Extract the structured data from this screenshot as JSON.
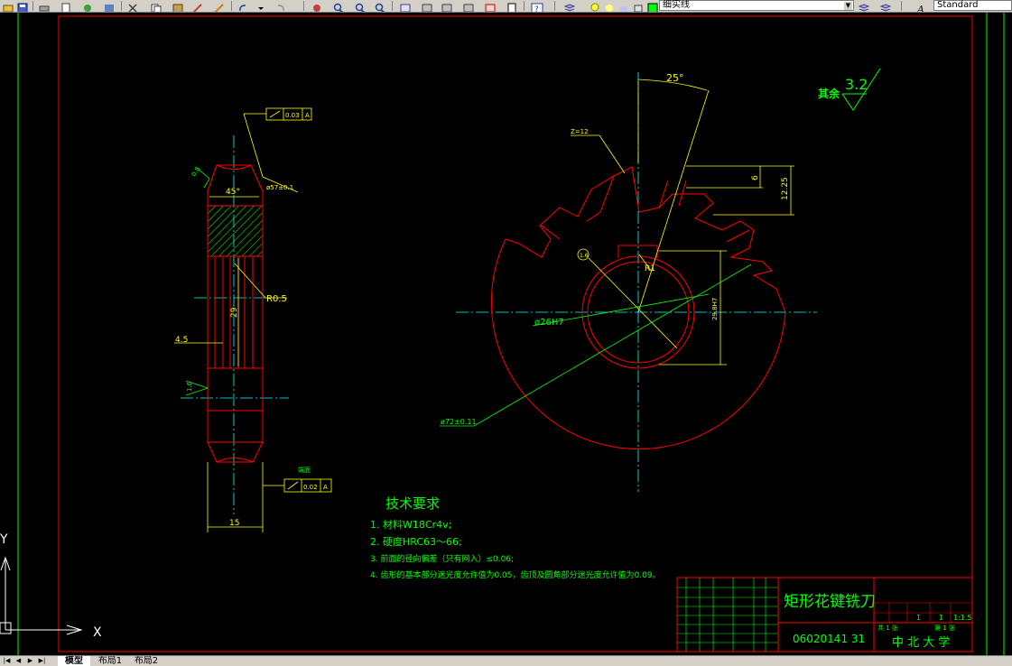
{
  "toolbar": {
    "layer_combo_value": "细实线",
    "style_combo_value": "Standard"
  },
  "drawing": {
    "chamfer_angle_left": "45°",
    "dim_r05": "R0.5",
    "dim_29": "29",
    "dim_45": "4.5",
    "dim_15": "15",
    "dim_diameter_57": "ø57±0.1",
    "rough_08": "0.8",
    "rough_16": "1.6",
    "gtol_top_value": "0.03",
    "gtol_top_datum": "A",
    "gtol_bottom_value": "0.02",
    "gtol_bottom_datum": "A",
    "datum_label": "端面",
    "angle_25": "25°",
    "z_teeth": "Z=12",
    "dim_6": "6",
    "dim_1225": "12.25",
    "dim_r1": "R1",
    "dim_298": "29.8H7",
    "dim_26h7": "ø26H7",
    "dim_72": "ø72±0.11",
    "rough_bore": "1.6",
    "rough_other_label": "其余",
    "rough_other_value": "3.2"
  },
  "notes": {
    "title": "技术要求",
    "lines": [
      "1. 材料W18Cr4v;",
      "2. 硬度HRC63～66;",
      "3. 前面的径向偏差（只有网入）≤0.06;",
      "4. 齿形的基本部分迷光度允许值为0.05，齿顶及圆角部分迷光度允许值为0.09。"
    ]
  },
  "title_block": {
    "part_name": "矩形花键铣刀",
    "drawing_no": "06020141 31",
    "school": "中 北 大 学",
    "scale": "1:1.5",
    "qty": "1",
    "qty2": "1",
    "sheet_info": "共 1 张",
    "sheet_no": "第 1 张"
  },
  "ucs": {
    "y": "Y",
    "x": "X"
  },
  "tabs": [
    "模型",
    "布局1",
    "布局2"
  ]
}
